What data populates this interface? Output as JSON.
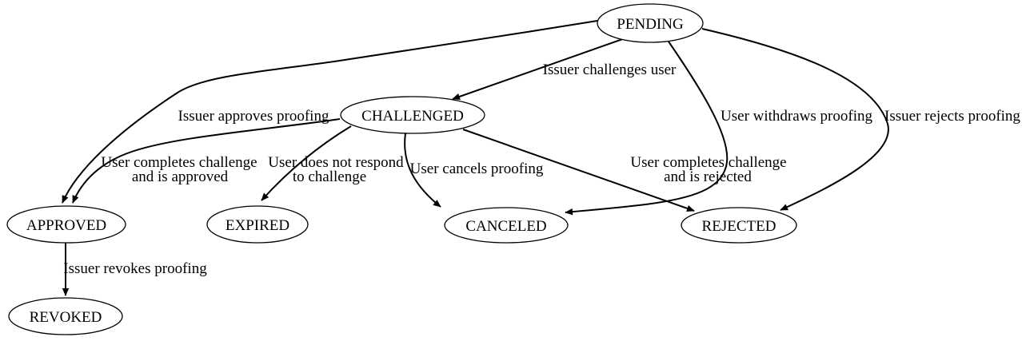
{
  "diagram": {
    "kind": "state-diagram",
    "colors": {
      "background": "#ffffff",
      "stroke": "#000000",
      "text": "#000000",
      "node_fill": "#ffffff"
    },
    "nodes": [
      {
        "id": "pending",
        "label": "PENDING"
      },
      {
        "id": "challenged",
        "label": "CHALLENGED"
      },
      {
        "id": "approved",
        "label": "APPROVED"
      },
      {
        "id": "expired",
        "label": "EXPIRED"
      },
      {
        "id": "canceled",
        "label": "CANCELED"
      },
      {
        "id": "rejected",
        "label": "REJECTED"
      },
      {
        "id": "revoked",
        "label": "REVOKED"
      }
    ],
    "edges": [
      {
        "from": "PENDING",
        "to": "CHALLENGED",
        "label_lines": [
          "Issuer challenges user"
        ]
      },
      {
        "from": "PENDING",
        "to": "APPROVED",
        "label_lines": [
          "Issuer approves proofing"
        ]
      },
      {
        "from": "PENDING",
        "to": "CANCELED",
        "label_lines": [
          "User withdraws proofing"
        ]
      },
      {
        "from": "PENDING",
        "to": "REJECTED",
        "label_lines": [
          "Issuer rejects proofing"
        ]
      },
      {
        "from": "CHALLENGED",
        "to": "APPROVED",
        "label_lines": [
          "User completes challenge",
          "and is approved"
        ]
      },
      {
        "from": "CHALLENGED",
        "to": "EXPIRED",
        "label_lines": [
          "User does not respond",
          "to challenge"
        ]
      },
      {
        "from": "CHALLENGED",
        "to": "CANCELED",
        "label_lines": [
          "User cancels proofing"
        ]
      },
      {
        "from": "CHALLENGED",
        "to": "REJECTED",
        "label_lines": [
          "User completes challenge",
          "and is rejected"
        ]
      },
      {
        "from": "APPROVED",
        "to": "REVOKED",
        "label_lines": [
          "Issuer revokes proofing"
        ]
      }
    ]
  }
}
